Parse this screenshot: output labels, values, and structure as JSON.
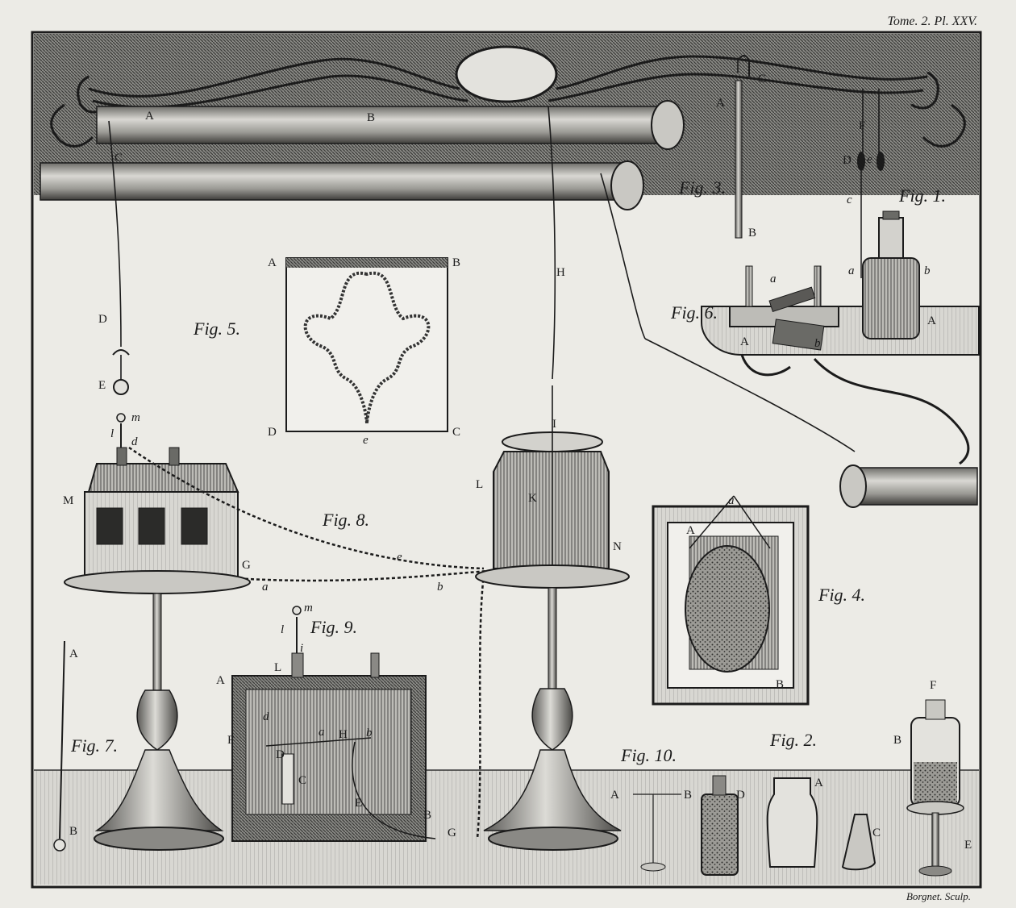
{
  "header": {
    "plate_ref": "Tome. 2. Pl. XXV."
  },
  "footer": {
    "engraver": "Borgnet. Sculp."
  },
  "figures": {
    "fig1": {
      "title": "Fig. 1.",
      "labels": [
        "F",
        "D",
        "e",
        "c",
        "a",
        "b",
        "A"
      ]
    },
    "fig2": {
      "title": "Fig. 2.",
      "labels": [
        "F",
        "B",
        "D",
        "A",
        "C",
        "E"
      ]
    },
    "fig3": {
      "title": "Fig. 3.",
      "labels": [
        "A",
        "C",
        "B"
      ]
    },
    "fig4": {
      "title": "Fig. 4.",
      "labels": [
        "a",
        "A",
        "B"
      ]
    },
    "fig5": {
      "title": "Fig. 5.",
      "labels": [
        "A",
        "B",
        "D",
        "e",
        "C"
      ]
    },
    "fig6": {
      "title": "Fig. 6.",
      "labels": [
        "a",
        "A",
        "b"
      ]
    },
    "fig7": {
      "title": "Fig. 7.",
      "labels": [
        "A",
        "B"
      ]
    },
    "fig8": {
      "title": "Fig. 8.",
      "labels": [
        "m",
        "l",
        "d",
        "M",
        "G",
        "a",
        "e",
        "b",
        "L",
        "K",
        "N",
        "I",
        "H",
        "D",
        "E"
      ]
    },
    "fig9": {
      "title": "Fig. 9.",
      "labels": [
        "m",
        "l",
        "i",
        "L",
        "A",
        "F",
        "d",
        "a",
        "H",
        "D",
        "C",
        "E",
        "B",
        "G",
        "b"
      ]
    },
    "fig10": {
      "title": "Fig. 10.",
      "labels": [
        "A",
        "B"
      ]
    }
  },
  "bar_labels": [
    "A",
    "B",
    "C"
  ]
}
